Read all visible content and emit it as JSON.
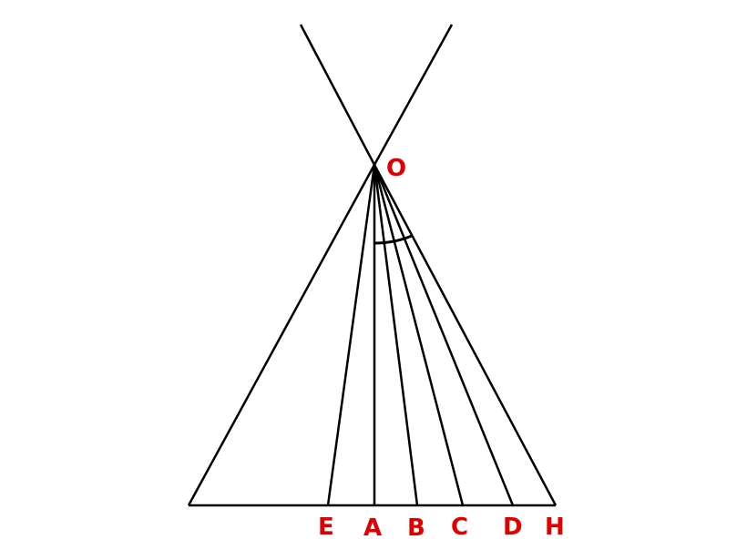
{
  "labels": {
    "O": "O",
    "E": "E",
    "A": "A",
    "B": "B",
    "C": "C",
    "D": "D",
    "H": "H"
  },
  "colors": {
    "label": "#e00000",
    "line": "#000000",
    "background": "#ffffff"
  }
}
